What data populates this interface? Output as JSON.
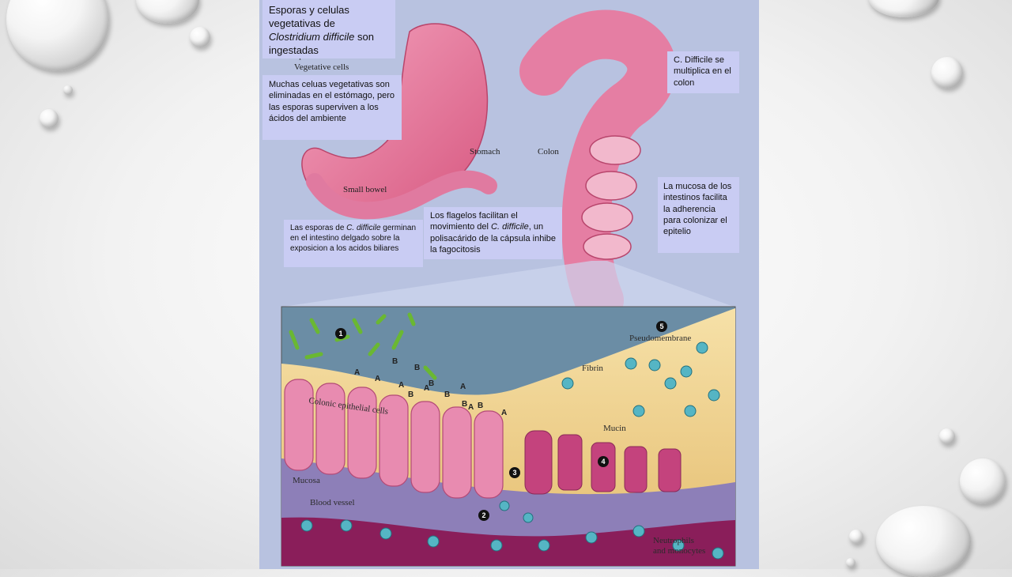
{
  "figure": {
    "legend": {
      "spores": "Spores",
      "vegetative": "Vegetative cells"
    },
    "organ_labels": {
      "stomach": "Stomach",
      "colon": "Colon",
      "small_bowel": "Small bowel"
    },
    "inset_labels": {
      "pseudomembrane": "Pseudomembrane",
      "fibrin": "Fibrin",
      "colonic_cells": "Colonic epithelial cells",
      "mucin": "Mucin",
      "mucosa": "Mucosa",
      "blood_vessel": "Blood vessel",
      "neutrophils_line1": "Neutrophils",
      "neutrophils_line2": "and monocytes"
    },
    "toxin_letters": [
      "A",
      "B",
      "A",
      "B",
      "A",
      "B",
      "B",
      "A",
      "B",
      "A",
      "B",
      "A",
      "B",
      "A"
    ],
    "step_numbers": [
      "1",
      "2",
      "3",
      "4",
      "5"
    ]
  },
  "callouts": {
    "ingest": {
      "pre": "Esporas y celulas vegetativas de ",
      "italic": "Clostridium difficile",
      "post": " son ingestadas"
    },
    "stomach": "Muchas celuas vegetativas son eliminadas en el estómago, pero las esporas superviven a los ácidos del ambiente",
    "germinate": {
      "pre": "Las esporas de ",
      "italic": "C. difficile",
      "post": " germinan en el intestino delgado sobre la exposicion a los acidos biliares"
    },
    "flagella": {
      "pre": "Los flagelos facilitan el movimiento del ",
      "italic": "C. difficile",
      "post": ", un polisacárido de la cápsula inhibe la fagocitosis"
    },
    "multiply": "C. Difficile se multiplica  en el colon",
    "mucosa": "La mucosa de los intestinos facilita la adherencia para colonizar el epitelio"
  },
  "colors": {
    "figure_bg": "#b8c2e0",
    "callout_bg": "#c9ccf3",
    "bacteria": "#6ab832",
    "tissue": "#e06d92"
  }
}
